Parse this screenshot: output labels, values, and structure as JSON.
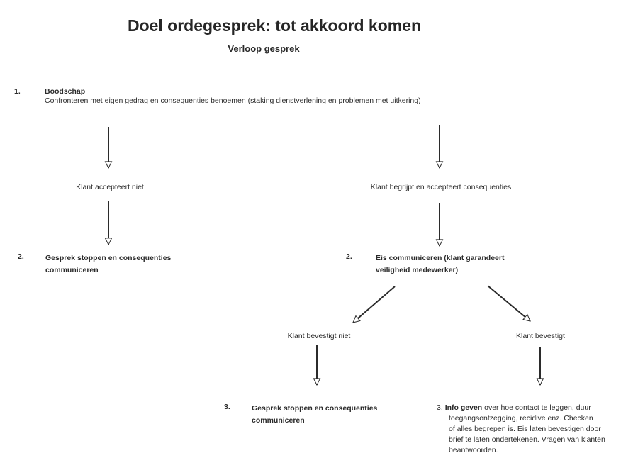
{
  "colors": {
    "background": "#ffffff",
    "text": "#2b2b2b",
    "arrow": "#2b2b2b"
  },
  "header": {
    "title": "Doel ordegesprek: tot akkoord komen",
    "subtitle": "Verloop gesprek"
  },
  "step1": {
    "number": "1.",
    "title": "Boodschap",
    "description": "Confronteren met eigen gedrag en consequenties benoemen (staking dienstverlening en problemen met uitkering)"
  },
  "left_branch": {
    "condition": "Klant accepteert niet",
    "step2": {
      "number": "2.",
      "lines": [
        "Gesprek stoppen en consequenties",
        "communiceren"
      ]
    }
  },
  "right_branch": {
    "condition": "Klant begrijpt en accepteert consequenties",
    "step2": {
      "number": "2.",
      "lines": [
        "Eis communiceren (klant garandeert",
        "veiligheid medewerker)"
      ]
    },
    "sub_left": {
      "condition": "Klant bevestigt niet",
      "step3": {
        "number": "3.",
        "lines": [
          "Gesprek stoppen en consequenties",
          "communiceren"
        ]
      }
    },
    "sub_right": {
      "condition": "Klant bevestigt",
      "step3": {
        "number": "3.",
        "lead_bold": "Info geven",
        "first_line_rest": " over hoe contact te leggen, duur",
        "lines": [
          "toegangsontzegging, recidive enz. Checken",
          "of alles begrepen is. Eis laten bevestigen door",
          "brief te laten ondertekenen. Vragen van klanten",
          "beantwoorden."
        ]
      }
    }
  }
}
